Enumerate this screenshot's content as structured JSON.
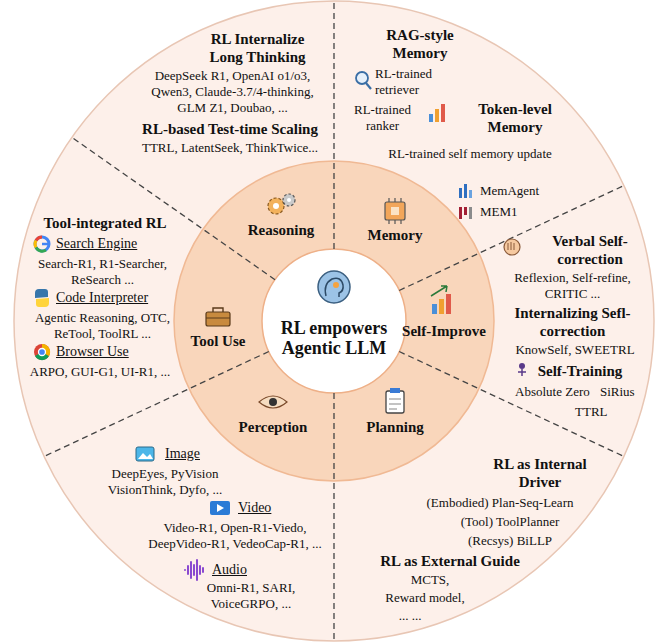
{
  "diagram": {
    "nodes": [
      {
        "text": [
          "RL empowers Agentic LLM"
        ]
      },
      {
        "text": [
          "Reasoning"
        ]
      },
      {
        "text": [
          "Memory"
        ]
      },
      {
        "text": [
          "Self-Improve"
        ]
      },
      {
        "text": [
          "Planning"
        ]
      },
      {
        "text": [
          "Perception"
        ]
      },
      {
        "text": [
          "Tool Use"
        ]
      },
      {
        "text": [
          "RL Internalize Long Thinking",
          "DeepSeek R1, OpenAI o1/o3, Qwen3, Claude-3.7/4-thinking, GLM Z1, Doubao, ...",
          "RL-based Test-time Scaling",
          "TTRL, LatentSeek, ThinkTwice..."
        ]
      },
      {
        "text": [
          "RAG-style Memory",
          "RL-trained retriever",
          "RL-trained ranker",
          "Token-level Memory",
          "RL-trained self memory update",
          "MemAgent",
          "MEM1"
        ]
      },
      {
        "text": [
          "Verbal Self-correction",
          "Reflexion, Self-refine, CRITIC ...",
          "Internalizing Sefl-correction",
          "KnowSelf, SWEETRL",
          "Self-Training",
          "Absolute Zero",
          "SiRius",
          "TTRL"
        ]
      },
      {
        "text": [
          "RL as Internal Driver",
          "(Embodied) Plan-Seq-Learn",
          "(Tool) ToolPlanner",
          "(Recsys) BiLLP",
          "RL as External Guide",
          "MCTS,",
          "Reward model,",
          "... ..."
        ]
      },
      {
        "text": [
          "Image",
          "DeepEyes, PyVision VisionThink, Dyfo, ...",
          "Video",
          "Video-R1, Open-R1-Viedo, DeepVideo-R1, VedeoCap-R1, ...",
          "Audio",
          "Omni-R1, SARI, VoiceGRPO, ..."
        ]
      },
      {
        "text": [
          "Tool-integrated RL",
          "Search Engine",
          "Search-R1, R1-Searcher, ReSearch ...",
          "Code Interpreter",
          "Agentic Reasoning, OTC, ReTool, ToolRL ...",
          "Browser Use",
          "ARPO, GUI-G1, UI-R1, ..."
        ]
      }
    ]
  }
}
